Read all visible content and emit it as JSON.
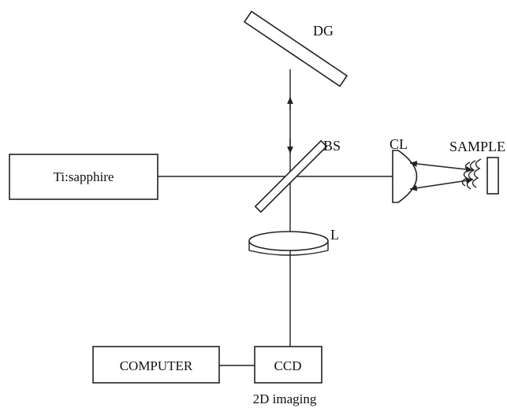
{
  "labels": {
    "laser": "Ti:sapphire",
    "grating": "DG",
    "beam_splitter": "BS",
    "cylindrical_lens": "CL",
    "sample": "SAMPLE",
    "lens": "L",
    "computer": "COMPUTER",
    "camera": "CCD",
    "caption": "2D imaging"
  }
}
